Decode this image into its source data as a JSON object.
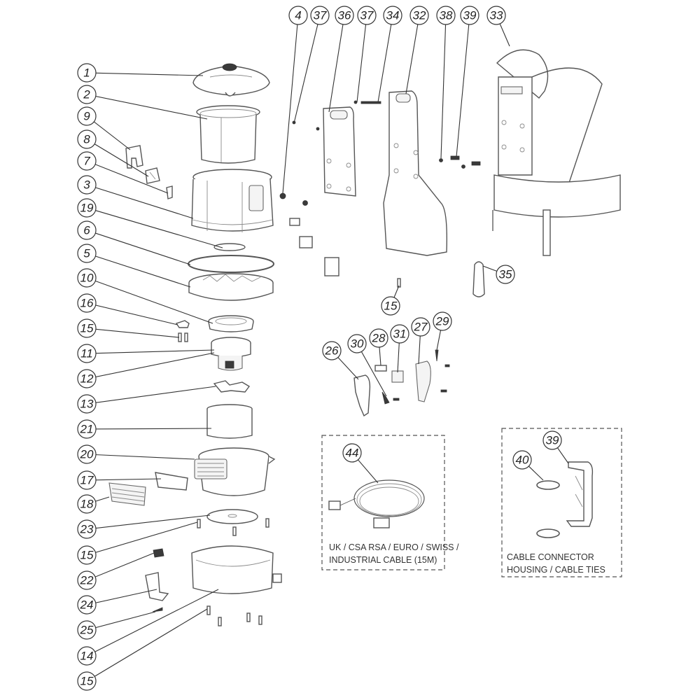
{
  "diagram": {
    "title": "Backpack vacuum exploded parts diagram",
    "callouts": [
      {
        "id": "c1",
        "label": "1"
      },
      {
        "id": "c2",
        "label": "2"
      },
      {
        "id": "c9",
        "label": "9"
      },
      {
        "id": "c8",
        "label": "8"
      },
      {
        "id": "c7",
        "label": "7"
      },
      {
        "id": "c3",
        "label": "3"
      },
      {
        "id": "c19",
        "label": "19"
      },
      {
        "id": "c6",
        "label": "6"
      },
      {
        "id": "c5",
        "label": "5"
      },
      {
        "id": "c10",
        "label": "10"
      },
      {
        "id": "c16",
        "label": "16"
      },
      {
        "id": "c15a",
        "label": "15"
      },
      {
        "id": "c11",
        "label": "11"
      },
      {
        "id": "c12",
        "label": "12"
      },
      {
        "id": "c13",
        "label": "13"
      },
      {
        "id": "c21",
        "label": "21"
      },
      {
        "id": "c20",
        "label": "20"
      },
      {
        "id": "c17",
        "label": "17"
      },
      {
        "id": "c18",
        "label": "18"
      },
      {
        "id": "c23",
        "label": "23"
      },
      {
        "id": "c15b",
        "label": "15"
      },
      {
        "id": "c22",
        "label": "22"
      },
      {
        "id": "c24",
        "label": "24"
      },
      {
        "id": "c25",
        "label": "25"
      },
      {
        "id": "c14",
        "label": "14"
      },
      {
        "id": "c15c",
        "label": "15"
      },
      {
        "id": "c4",
        "label": "4"
      },
      {
        "id": "c37a",
        "label": "37"
      },
      {
        "id": "c36",
        "label": "36"
      },
      {
        "id": "c37b",
        "label": "37"
      },
      {
        "id": "c34",
        "label": "34"
      },
      {
        "id": "c32",
        "label": "32"
      },
      {
        "id": "c38",
        "label": "38"
      },
      {
        "id": "c39a",
        "label": "39"
      },
      {
        "id": "c33",
        "label": "33"
      },
      {
        "id": "c35",
        "label": "35"
      },
      {
        "id": "c15d",
        "label": "15"
      },
      {
        "id": "c26",
        "label": "26"
      },
      {
        "id": "c30",
        "label": "30"
      },
      {
        "id": "c28",
        "label": "28"
      },
      {
        "id": "c31",
        "label": "31"
      },
      {
        "id": "c27",
        "label": "27"
      },
      {
        "id": "c29",
        "label": "29"
      },
      {
        "id": "c44",
        "label": "44"
      },
      {
        "id": "c40",
        "label": "40"
      },
      {
        "id": "c39b",
        "label": "39"
      }
    ],
    "boxes": {
      "cable": {
        "caption_line1": "UK / CSA RSA / EURO / SWISS /",
        "caption_line2": "INDUSTRIAL CABLE (15M)"
      },
      "connector": {
        "caption_line1": "CABLE CONNECTOR",
        "caption_line2": "HOUSING / CABLE TIES"
      }
    }
  }
}
